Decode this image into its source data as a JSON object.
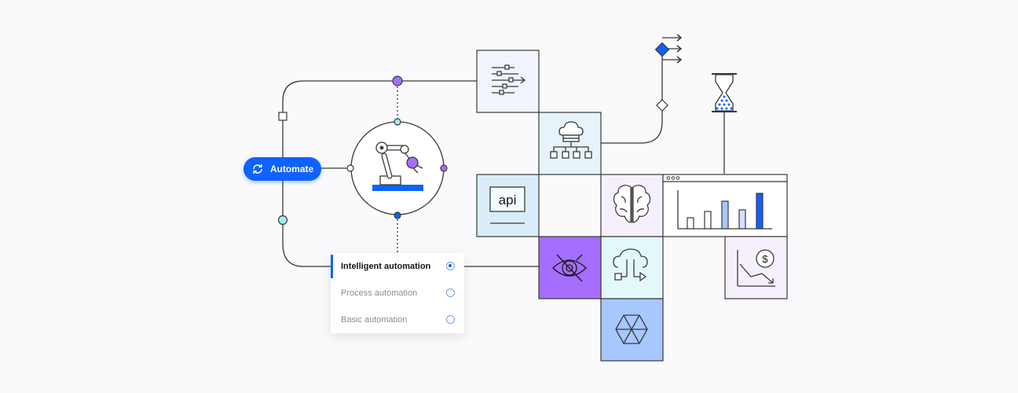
{
  "automate_button": {
    "label": "Automate",
    "icon": "sync-icon",
    "color": "#0f62fe"
  },
  "automation_options": {
    "items": [
      {
        "label": "Intelligent automation",
        "selected": true
      },
      {
        "label": "Process automation",
        "selected": false
      },
      {
        "label": "Basic automation",
        "selected": false
      }
    ]
  },
  "tiles": {
    "api_label": "api",
    "icons": [
      "filter-sliders-icon",
      "cloud-hierarchy-icon",
      "api-icon",
      "brain-icon",
      "bar-chart-window-icon",
      "eye-target-icon",
      "cloud-flow-icon",
      "hexagon-icon",
      "cost-decline-icon",
      "hourglass-icon",
      "decision-diamond-icon",
      "robot-arm-icon"
    ]
  },
  "colors": {
    "accent_blue": "#0f62fe",
    "purple": "#a56eff",
    "teal_node": "#9ef0f0",
    "line": "#393939"
  }
}
